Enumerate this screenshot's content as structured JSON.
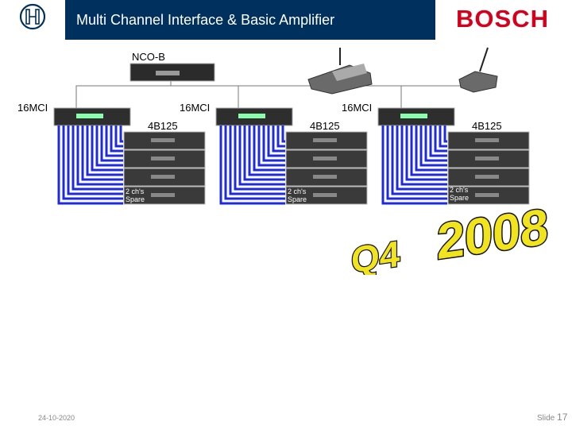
{
  "header": {
    "title": "Multi Channel Interface & Basic Amplifier",
    "brand": "BOSCH",
    "band_color": "#00305e",
    "brand_color": "#d6001c",
    "logo_icon": "bosch-armature-icon"
  },
  "diagram": {
    "controller_label": "NCO-B",
    "groups": [
      {
        "mci_label": "16MCI",
        "amp_label": "4B125",
        "spare_line1": "2 ch's",
        "spare_line2": "Spare"
      },
      {
        "mci_label": "16MCI",
        "amp_label": "4B125",
        "spare_line1": "2 ch's",
        "spare_line2": "Spare"
      },
      {
        "mci_label": "16MCI",
        "amp_label": "4B125",
        "spare_line1": "2 ch's",
        "spare_line2": "Spare"
      }
    ],
    "line_color": "#1f2bd8",
    "devices": [
      "chairman-console-icon",
      "delegate-console-icon"
    ]
  },
  "badge": {
    "q_text": "Q4",
    "year_text": "2008",
    "color": "#f2e41c"
  },
  "footer": {
    "date": "24-10-2020",
    "slide_label": "Slide",
    "slide_number": "17"
  }
}
